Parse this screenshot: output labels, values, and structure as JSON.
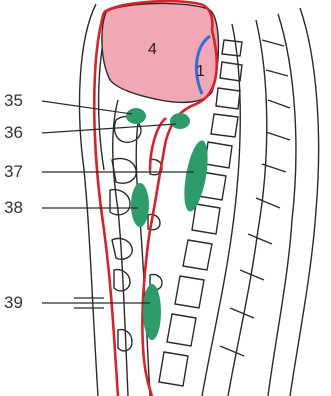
{
  "labels": {
    "l35": "35",
    "l36": "36",
    "l37": "37",
    "l38": "38",
    "l39": "39"
  },
  "regions": {
    "r4": "4",
    "r1": "1"
  },
  "colors": {
    "outline": "#2a2a2a",
    "cavity_fill": "#f2a7b5",
    "red_line": "#d8232a",
    "blue_line": "#2e6fd8",
    "node_fill": "#2e9c6a"
  }
}
